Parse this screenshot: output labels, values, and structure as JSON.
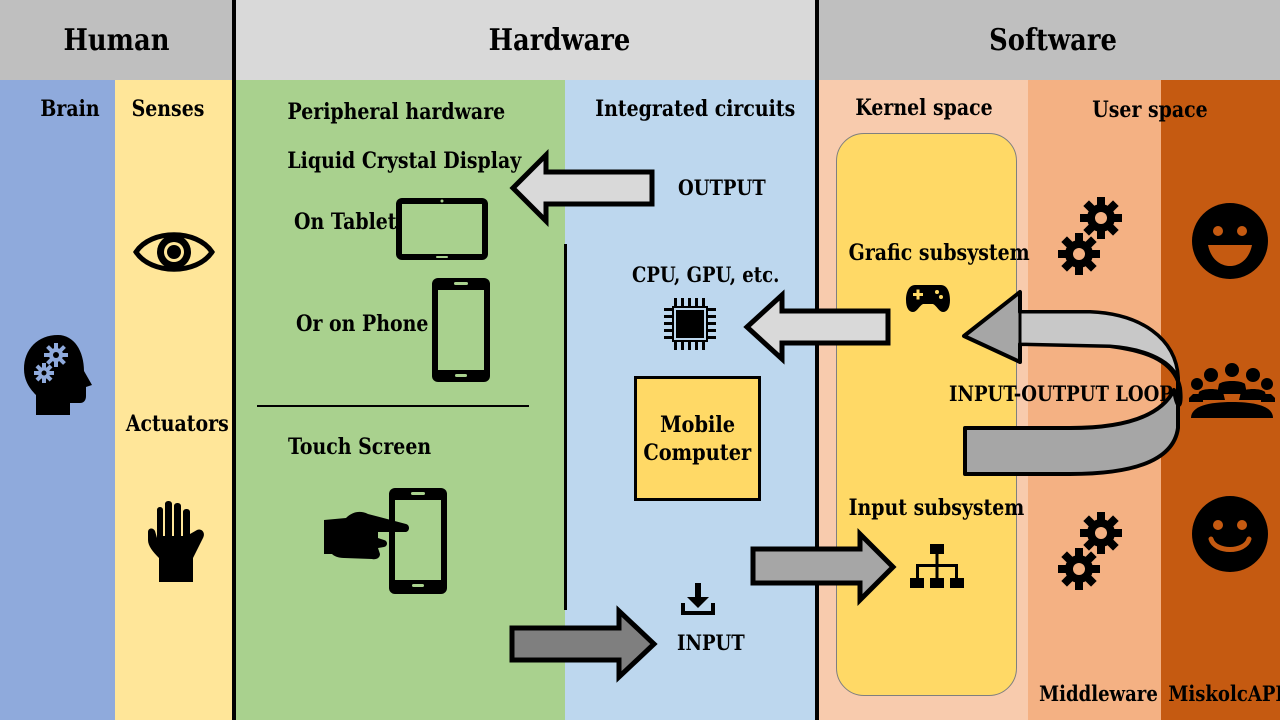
{
  "headers": {
    "human": "Human",
    "hardware": "Hardware",
    "software": "Software"
  },
  "columns": {
    "brain": "Brain",
    "senses": "Senses",
    "actuators": "Actuators",
    "peripheral": "Peripheral hardware",
    "integrated": "Integrated circuits",
    "kernel": "Kernel space",
    "user": "User space",
    "middleware": "Middleware",
    "app": "MiskolcAPP"
  },
  "hardware": {
    "lcd": "Liquid Crystal Display",
    "tablet": "On Tablet",
    "phone": "Or on Phone",
    "touch": "Touch Screen",
    "output": "OUTPUT",
    "cpu": "CPU, GPU, etc.",
    "mobile_line1": "Mobile",
    "mobile_line2": "Computer",
    "input": "INPUT"
  },
  "software": {
    "grafic": "Grafic subsystem",
    "input_subsystem": "Input subsystem",
    "loop": "INPUT-OUTPUT LOOP"
  },
  "colors": {
    "human_header": "#bfbfbf",
    "hardware_header": "#d9d9d9",
    "software_header": "#bfbfbf",
    "brain": "#8faadc",
    "senses": "#ffe699",
    "peripheral": "#a9d18e",
    "integrated": "#bdd7ee",
    "kernel": "#f8cbad",
    "user": "#f4b183",
    "app": "#c55a11",
    "kernel_box": "#ffd966"
  },
  "icons": [
    "brain-gears-icon",
    "eye-icon",
    "hand-icon",
    "tablet-icon",
    "phone-icon",
    "touch-hand-icon",
    "chip-icon",
    "download-icon",
    "gamepad-icon",
    "hierarchy-icon",
    "gears-icon",
    "smiley-icon",
    "group-icon",
    "loop-arrow-icon"
  ]
}
